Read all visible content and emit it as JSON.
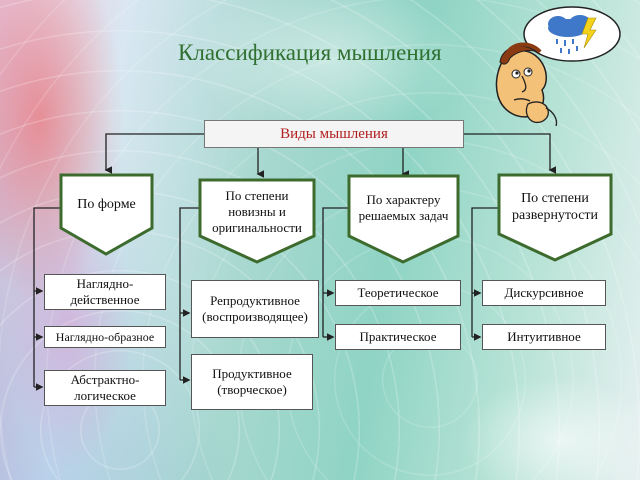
{
  "title": "Классификация мышления",
  "root": "Виды мышления",
  "categories": [
    {
      "label": "По форме"
    },
    {
      "label": "По степени новизны и оригинальности"
    },
    {
      "label": "По характеру решаемых задач"
    },
    {
      "label": "По степени развернутости"
    }
  ],
  "form_items": [
    "Наглядно-действенное",
    "Наглядно-образное",
    "Абстрактно-логическое"
  ],
  "novelty_items": [
    "Репродуктивное (воспроизводящее)",
    "Продуктивное (творческое)"
  ],
  "task_items": [
    "Теоретическое",
    "Практическое"
  ],
  "unfold_items": [
    "Дискурсивное",
    "Интуитивное"
  ],
  "colors": {
    "title": "#2f6f2f",
    "root_text": "#b1201e",
    "pentagon_fill": "#ffffff",
    "pentagon_stroke": "#3d6b2e"
  },
  "icons": [
    "thinking-man-icon",
    "storm-cloud-icon"
  ]
}
